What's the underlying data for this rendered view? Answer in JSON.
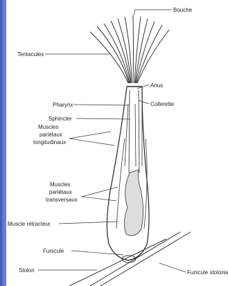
{
  "labels": {
    "bouche": "Bouche",
    "tentacules": "Tentacules",
    "anus": "Anus",
    "collerette": "Collerette",
    "pharynx": "Pharynx",
    "sphincter": "Sphincter",
    "muscles_parietaux_longitudinaux": [
      "Muscles",
      "pariétaux",
      "longitudinaux"
    ],
    "muscles_parietaux_transversaux": [
      "Muscles",
      "pariétaux",
      "transversaux"
    ],
    "muscle_retracteur": "Muscle rétracteur",
    "funicule": "Funicule",
    "stolon": "Stolon",
    "funicule_stolonial": "Funicule stolonial"
  }
}
